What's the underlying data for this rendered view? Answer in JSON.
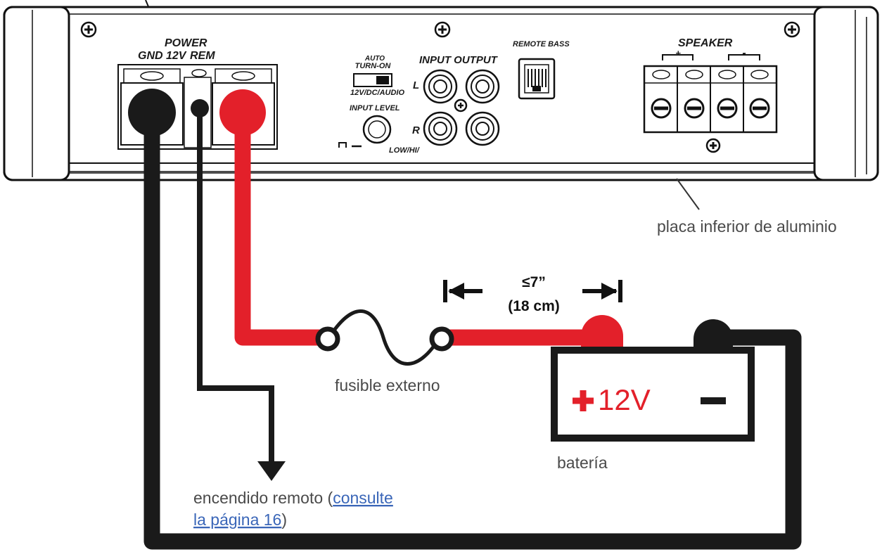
{
  "panel": {
    "power": "POWER",
    "gnd_12v": "GND 12V",
    "rem": "REM",
    "auto": "AUTO",
    "turn_on": "TURN-ON",
    "source_mode": "12V/DC/AUDIO",
    "input_level": "INPUT LEVEL",
    "input_output": "INPUT OUTPUT",
    "left": "L",
    "right": "R",
    "low_hi": "LOW/HI/",
    "remote_bass": "REMOTE BASS",
    "speaker": "SPEAKER",
    "plus": "+",
    "minus": "-"
  },
  "labels": {
    "bottom_plate": "placa inferior de aluminio",
    "distance": "≤7”",
    "distance_cm": "(18 cm)",
    "fuse": "fusible externo",
    "battery": "batería",
    "battery_voltage": "12V",
    "remote_prefix": "encendido remoto (",
    "remote_link_1": "consulte",
    "remote_link_2": "la página 16",
    "remote_suffix": ")"
  },
  "colors": {
    "wire_positive": "#e3202a",
    "wire_ground": "#1a1a1a",
    "link": "#3a66b8"
  }
}
